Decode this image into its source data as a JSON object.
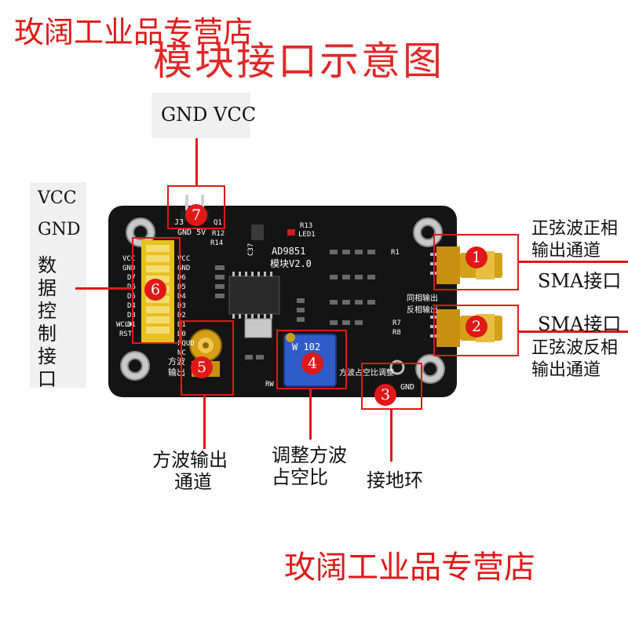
{
  "watermark_top": "玫阔工业品专营店",
  "title": "模块接口示意图",
  "watermark_bottom": "玫阔工业品专营店",
  "power_header_label": "GND VCC",
  "left_panel": {
    "vcc": "VCC",
    "gnd": "GND",
    "data_port": "数据控制接口"
  },
  "callouts": {
    "sine_pos_title": "正弦波正相",
    "sine_pos_sub": "输出通道",
    "sma_1": "SMA接口",
    "sma_2": "SMA接口",
    "sine_neg_title": "正弦波反相",
    "sine_neg_sub": "输出通道",
    "square_out_1": "方波输出",
    "square_out_2": "通道",
    "duty_1": "调整方波",
    "duty_2": "占空比",
    "ground_ring": "接地环"
  },
  "markers": [
    "1",
    "2",
    "3",
    "4",
    "5",
    "6",
    "7"
  ],
  "board": {
    "model": "AD9851",
    "module": "模块V2.0",
    "pins_right": [
      "VCC",
      "GND",
      "D6",
      "D5",
      "D4",
      "D3",
      "D2",
      "D1",
      "D0",
      "FQUD",
      "NC"
    ],
    "pins_left": [
      "VCC",
      "GND",
      "D7",
      "D6",
      "D5",
      "D4",
      "D3",
      "D1",
      "WCLK",
      "RST"
    ],
    "j3_label": "J3",
    "gnd_5v": "GND  5V",
    "r13": "R13",
    "led1": "LED1",
    "q1": "Q1",
    "r12": "R12",
    "r14": "R14",
    "c37": "C37",
    "pot": "W 102",
    "square_wave_label_1": "方波",
    "square_wave_label_2": "输出",
    "same_phase_out": "同相输出",
    "inverse_phase_out": "反相输出",
    "duty_adjust_label": "方波占空比调整",
    "gnd_silk": "GND",
    "r1": "R1",
    "r7": "R7",
    "r8": "R8",
    "rw": "RW"
  },
  "colors": {
    "accent_red": "#e01818",
    "pcb": "#141414",
    "pot": "#2e5cc8",
    "gold": "#d4a017",
    "header": "#e8c020"
  }
}
